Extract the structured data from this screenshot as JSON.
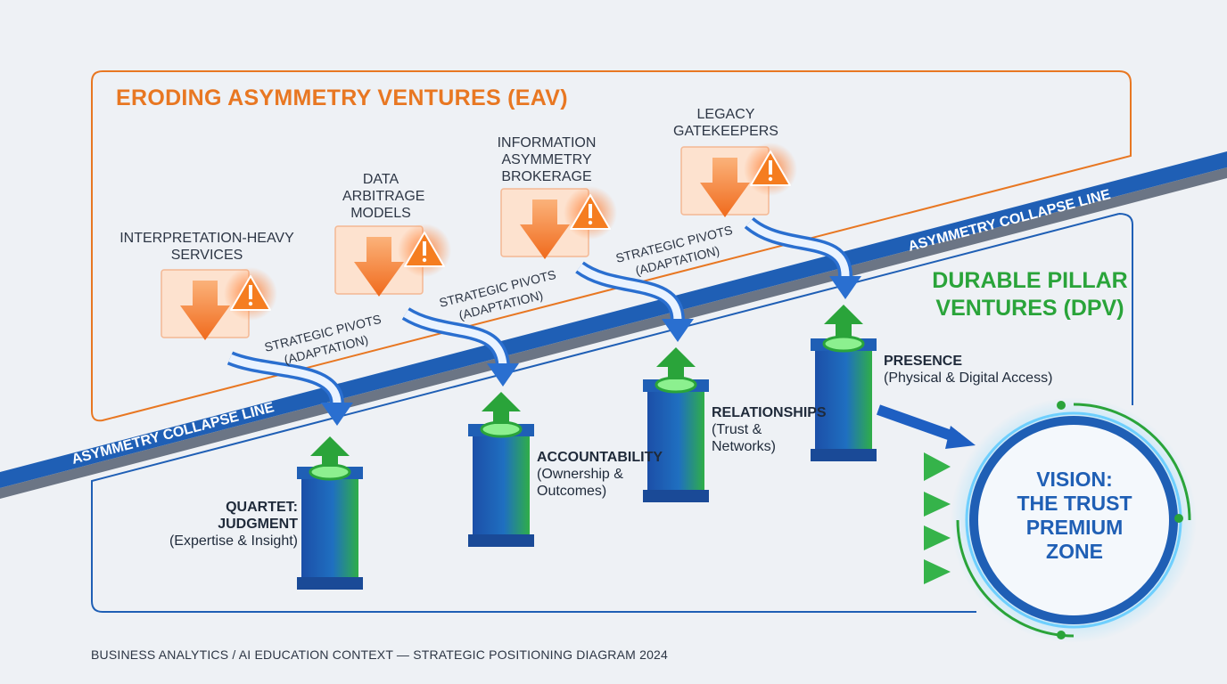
{
  "eav": {
    "title": "ERODING ASYMMETRY VENTURES (EAV)",
    "items": [
      {
        "label": "INTERPRETATION-HEAVY SERVICES"
      },
      {
        "label": "DATA ARBITRAGE MODELS"
      },
      {
        "label": "INFORMATION ASYMMETRY BROKERAGE"
      },
      {
        "label": "LEGACY GATEKEEPERS"
      }
    ]
  },
  "collapse_line": {
    "label_left": "ASYMMETRY COLLAPSE LINE",
    "label_right": "ASYMMETRY COLLAPSE LINE"
  },
  "pivots": [
    {
      "line1": "STRATEGIC PIVOTS",
      "line2": "(ADAPTATION)"
    },
    {
      "line1": "STRATEGIC PIVOTS",
      "line2": "(ADAPTATION)"
    },
    {
      "line1": "STRATEGIC PIVOTS",
      "line2": "(ADAPTATION)"
    }
  ],
  "dpv": {
    "title_line1": "DURABLE PILLAR",
    "title_line2": "VENTURES (DPV)",
    "pillars": [
      {
        "name_line1": "QUARTET:",
        "name_line2": "JUDGMENT",
        "detail": "(Expertise & Insight)"
      },
      {
        "name_line1": "ACCOUNTABILITY",
        "detail_line1": "(Ownership &",
        "detail_line2": "Outcomes)"
      },
      {
        "name_line1": "RELATIONSHIPS",
        "detail_line1": "(Trust &",
        "detail_line2": "Networks)"
      },
      {
        "name_line1": "PRESENCE",
        "detail": "(Physical & Digital Access)"
      }
    ]
  },
  "vision": {
    "line1": "VISION:",
    "line2": "THE TRUST",
    "line3": "PREMIUM",
    "line4": "ZONE"
  },
  "footer": "BUSINESS ANALYTICS / AI EDUCATION CONTEXT — STRATEGIC POSITIONING DIAGRAM 2024",
  "colors": {
    "eav_orange": "#e87722",
    "dpv_green": "#2aa43a",
    "collapse_blue": "#1f5fb5",
    "vision_blue": "#1f5fb5"
  },
  "icons": [
    "down-arrow-icon",
    "warning-icon",
    "up-arrow-icon",
    "pivot-arrow-icon"
  ]
}
